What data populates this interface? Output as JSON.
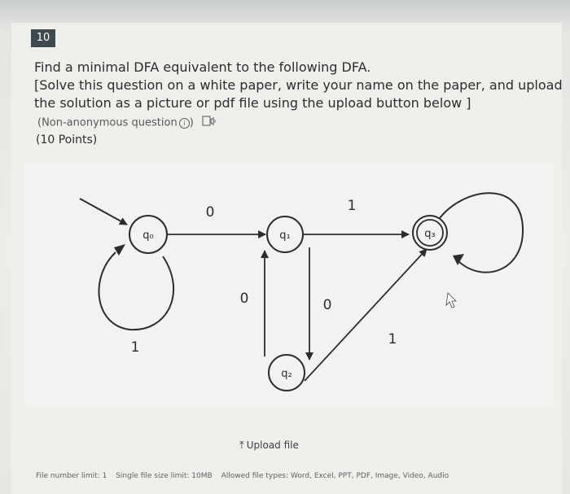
{
  "question": {
    "number": "10",
    "lines": [
      "Find a minimal DFA equivalent to the following DFA.",
      "[Solve this question on a white paper, write your name on the paper, and upload",
      "the solution as a picture or pdf file using the upload button below ]"
    ],
    "meta_label": "(Non-anonymous question",
    "meta_close": ")",
    "points": "(10 Points)"
  },
  "diagram": {
    "states": [
      {
        "id": "q0",
        "label": "q₀"
      },
      {
        "id": "q1",
        "label": "q₁"
      },
      {
        "id": "q2",
        "label": "q₂"
      },
      {
        "id": "q3",
        "label": "q₃",
        "accepting": true
      }
    ],
    "transitions": [
      {
        "from": "q0",
        "to": "q1",
        "label": "0"
      },
      {
        "from": "q0",
        "to": "q0",
        "label": "1"
      },
      {
        "from": "q1",
        "to": "q3",
        "label": "1"
      },
      {
        "from": "q1",
        "to": "q2",
        "label": "0"
      },
      {
        "from": "q2",
        "to": "q1",
        "label": "0"
      },
      {
        "from": "q2",
        "to": "q3",
        "label": "1"
      },
      {
        "from": "q3",
        "to": "q3",
        "label": ""
      }
    ]
  },
  "upload": {
    "label": "Upload file",
    "icon": "upload-arrow-icon"
  },
  "footer": {
    "file_limit": "File number limit: 1",
    "size_limit": "Single file size limit: 10MB",
    "types": "Allowed file types: Word, Excel, PPT, PDF, Image, Video, Audio"
  },
  "colors": {
    "badge": "#3f4a4f",
    "text": "#2b2d2f",
    "stroke": "#2d2d2d"
  }
}
